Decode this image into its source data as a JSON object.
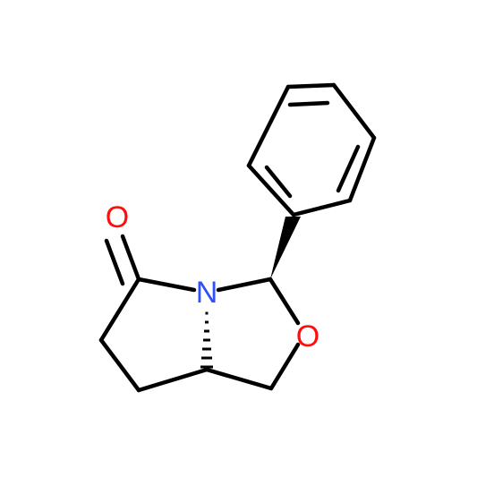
{
  "molecule": {
    "atoms": [
      {
        "id": "O_carbonyl",
        "label": "O",
        "color": "#ff0d0d"
      },
      {
        "id": "N",
        "label": "N",
        "color": "#3050f8"
      },
      {
        "id": "O_ring",
        "label": "O",
        "color": "#ff0d0d"
      }
    ],
    "colors": {
      "bond": "#000000",
      "oxygen": "#ff0d0d",
      "nitrogen": "#3050f8",
      "background": "#ffffff"
    }
  }
}
